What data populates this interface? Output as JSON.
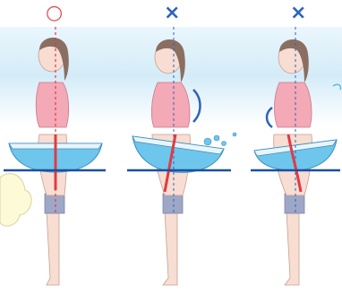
{
  "panels": [
    {
      "mark": "○",
      "verdict": "correct"
    },
    {
      "mark": "×",
      "verdict": "incorrect"
    },
    {
      "mark": "×",
      "verdict": "incorrect"
    }
  ],
  "colors": {
    "good_mark": "#e8484f",
    "bad_mark": "#2f63b8",
    "body_line": "#e03a44",
    "ground_line": "#1c4fa0",
    "water": "#6fc6ec",
    "bowl_rim": "#e9f5fb",
    "skin": "#f7ddd2",
    "hair": "#8a6e62",
    "top": "#f3a9b6",
    "leggings": "#9fa7c6",
    "background_wash": "#d7edf7",
    "bubble": "#fdfad8"
  },
  "icons": {
    "good_mark": "circle-mark-icon",
    "bad_mark": "cross-mark-icon",
    "splash": "water-splash-icon",
    "back_curve": "spine-curve-icon"
  }
}
